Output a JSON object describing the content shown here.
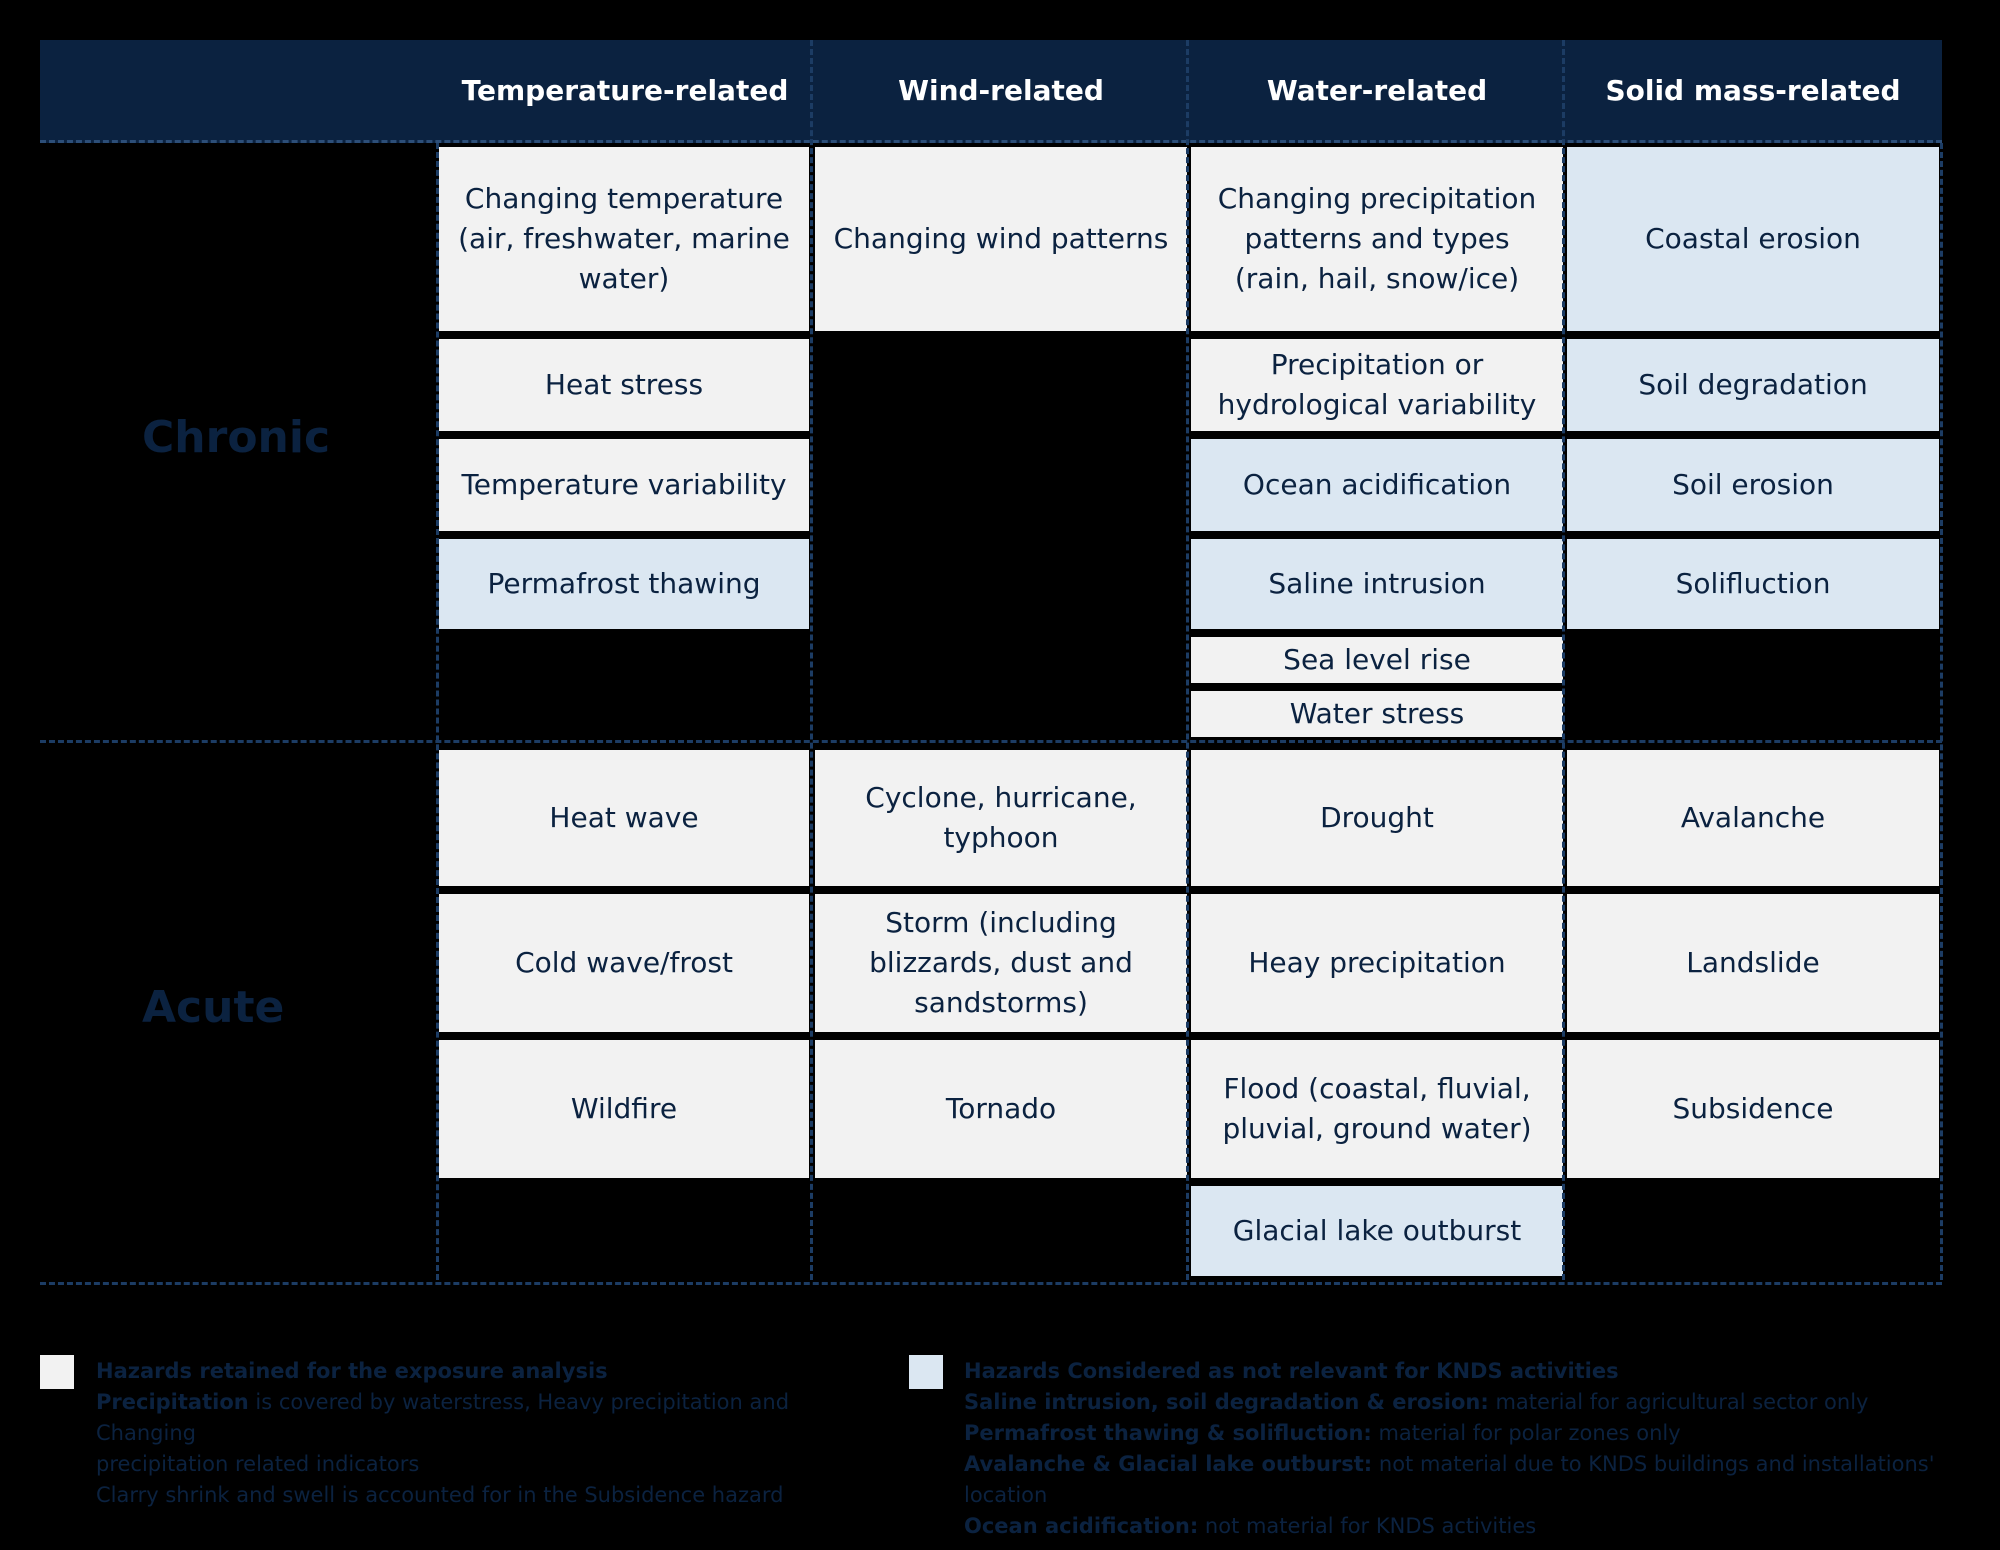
{
  "columns": [
    "Temperature-related",
    "Wind-related",
    "Water-related",
    "Solid mass-related"
  ],
  "rows": {
    "chronic": "Chronic",
    "acute": "Acute"
  },
  "cells": {
    "temp_chronic": [
      "Changing temperature (air, freshwater, marine water)",
      "Heat stress",
      "Temperature variability",
      "Permafrost thawing"
    ],
    "wind_chronic": [
      "Changing wind patterns"
    ],
    "water_chronic": [
      "Changing precipitation patterns and types (rain, hail, snow/ice)",
      "Precipitation or hydrological variability",
      "Ocean acidification",
      "Saline intrusion",
      "Sea level rise",
      "Water stress"
    ],
    "solid_chronic": [
      "Coastal erosion",
      "Soil degradation",
      "Soil erosion",
      "Solifluction"
    ],
    "temp_acute": [
      "Heat wave",
      "Cold wave/frost",
      "Wildfire"
    ],
    "wind_acute": [
      "Cyclone, hurricane, typhoon",
      "Storm (including blizzards, dust and sandstorms)",
      "Tornado"
    ],
    "water_acute": [
      "Drought",
      "Heay precipitation",
      "Flood (coastal, fluvial, pluvial, ground water)",
      "Glacial lake outburst"
    ],
    "solid_acute": [
      "Avalanche",
      "Landslide",
      "Subsidence"
    ]
  },
  "legend": {
    "retained": {
      "title": "Hazards retained for the exposure analysis",
      "line1_bold": "Precipitation",
      "line1_rest": " is covered by waterstress, Heavy precipitation and Changing",
      "line2": "precipitation related indicators",
      "line3": "Clarry shrink and swell is accounted for in the Subsidence hazard"
    },
    "not_relevant": {
      "title": "Hazards Considered as not relevant for KNDS activities",
      "l1_bold": "Saline intrusion, soil degradation & erosion:",
      "l1_rest": " material for agricultural sector only",
      "l2_bold": "Permafrost thawing & solifluction:",
      "l2_rest": " material for polar zones only",
      "l3_bold": "Avalanche & Glacial lake outburst:",
      "l3_rest": " not material due to KNDS buildings and installations' location",
      "l4_bold": "Ocean acidification:",
      "l4_rest": " not material for KNDS activities"
    }
  },
  "colors": {
    "header": "#0b2240",
    "retained": "#f2f2f2",
    "not_relevant": "#dbe7f2",
    "background": "#000000"
  }
}
